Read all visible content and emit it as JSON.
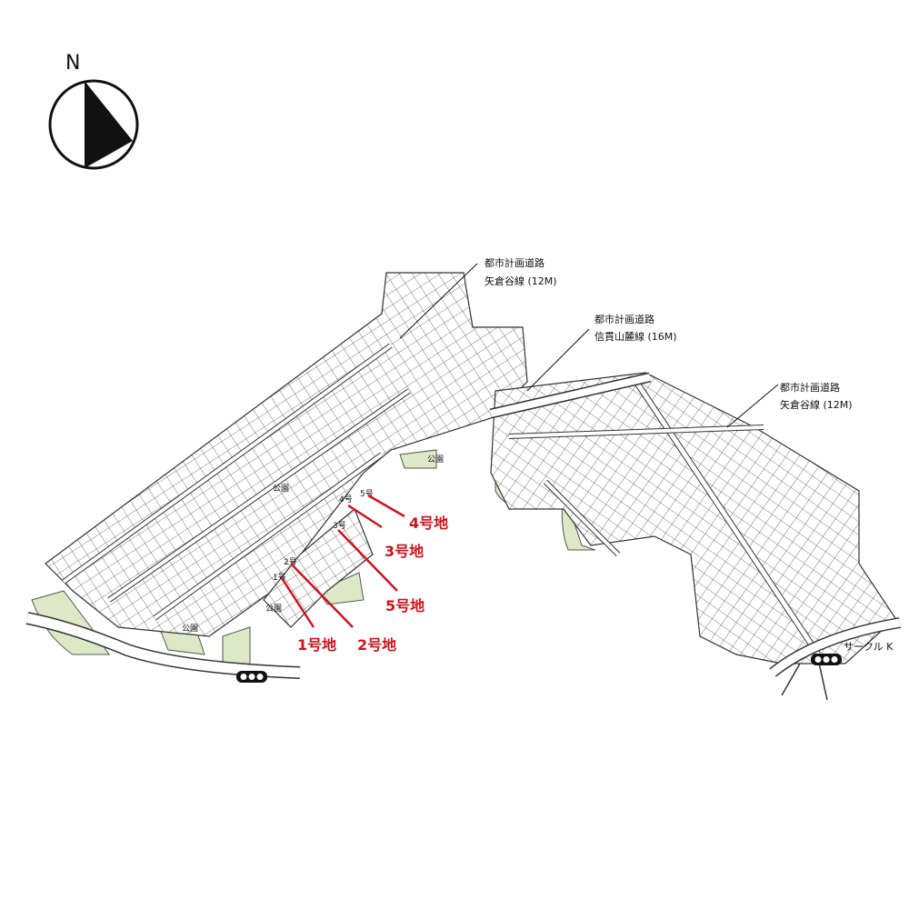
{
  "compass": {
    "north_label": "N"
  },
  "roads": [
    {
      "line1": "都市計画道路",
      "line2": "矢倉谷線 (12M)"
    },
    {
      "line1": "都市計画道路",
      "line2": "信貫山麓線 (16M)"
    },
    {
      "line1": "都市計画道路",
      "line2": "矢倉谷線 (12M)"
    }
  ],
  "parks": [
    "公園",
    "公園",
    "公園",
    "公園"
  ],
  "lot_markers": [
    "1号",
    "2号",
    "3号",
    "4号",
    "5号"
  ],
  "plots": [
    "4号地",
    "3号地",
    "5号地",
    "1号地",
    "2号地"
  ],
  "circle_k": "サークル K",
  "colors": {
    "park": "#dbe9c6",
    "plot_label": "#c8161d",
    "line": "#333333"
  }
}
